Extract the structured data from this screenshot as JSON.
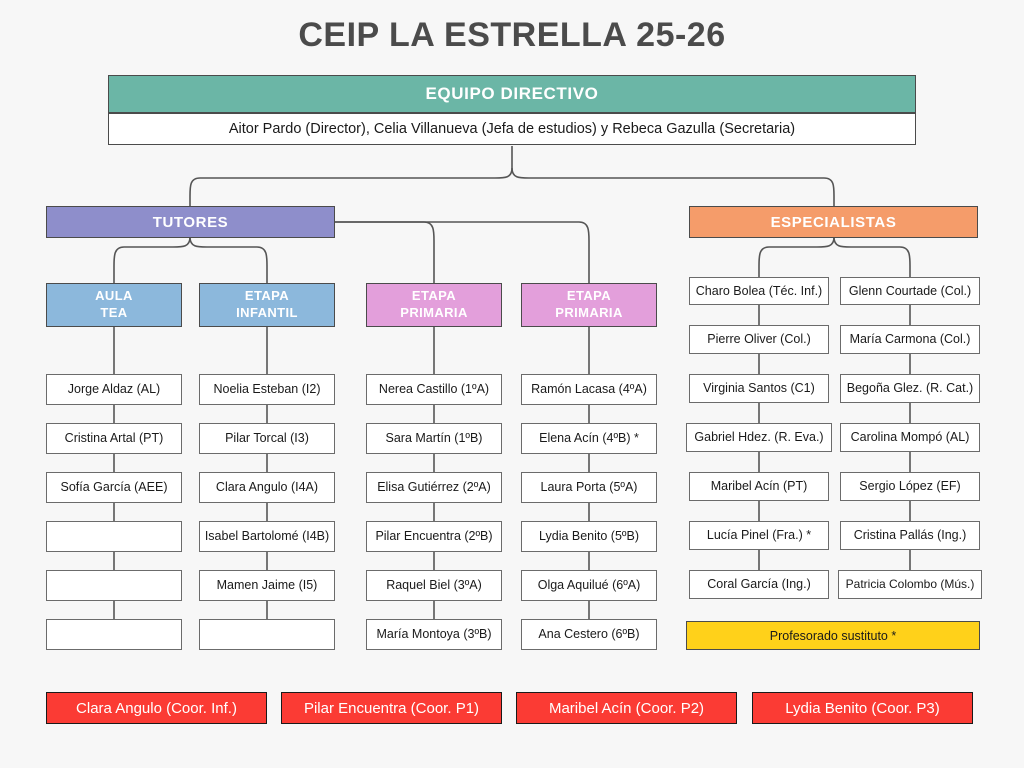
{
  "title": "CEIP LA ESTRELLA 25-26",
  "colors": {
    "background": "#f7f7f7",
    "title_text": "#4b4b4b",
    "teal": "#6bb6a6",
    "purple": "#8e8ecb",
    "orange": "#f59c6a",
    "blue": "#8cb8dc",
    "pink": "#e39fdb",
    "yellow": "#ffd11a",
    "red": "#fb3b34",
    "border": "#4b4b4b",
    "node_border": "#6b6b6b",
    "node_fill": "#ffffff"
  },
  "directive_team": {
    "header": "EQUIPO DIRECTIVO",
    "members": "Aitor Pardo (Director), Celia Villanueva (Jefa de estudios) y Rebeca Gazulla (Secretaria)"
  },
  "groups": [
    {
      "id": "tutores",
      "label": "TUTORES"
    },
    {
      "id": "especialistas",
      "label": "ESPECIALISTAS"
    }
  ],
  "columns": [
    {
      "id": "aula-tea",
      "header_lines": [
        "AULA",
        "TEA"
      ],
      "header_style": "blue",
      "parent": "tutores",
      "items": [
        "Jorge Aldaz (AL)",
        "Cristina Artal (PT)",
        "Sofía García (AEE)",
        "",
        "",
        ""
      ]
    },
    {
      "id": "etapa-infantil",
      "header_lines": [
        "ETAPA",
        "INFANTIL"
      ],
      "header_style": "blue",
      "parent": "tutores",
      "items": [
        "Noelia Esteban (I2)",
        "Pilar Torcal (I3)",
        "Clara Angulo (I4A)",
        "Isabel Bartolomé (I4B)",
        "Mamen Jaime (I5)",
        ""
      ]
    },
    {
      "id": "etapa-primaria-1",
      "header_lines": [
        "ETAPA",
        "PRIMARIA"
      ],
      "header_style": "pink",
      "parent": "tutores",
      "items": [
        "Nerea Castillo (1ºA)",
        "Sara Martín (1ºB)",
        "Elisa Gutiérrez (2ºA)",
        "Pilar Encuentra (2ºB)",
        "Raquel Biel (3ºA)",
        "María Montoya (3ºB)"
      ]
    },
    {
      "id": "etapa-primaria-2",
      "header_lines": [
        "ETAPA",
        "PRIMARIA"
      ],
      "header_style": "pink",
      "parent": "tutores",
      "items": [
        "Ramón Lacasa (4ºA)",
        "Elena Acín (4ºB) *",
        "Laura Porta (5ºA)",
        "Lydia Benito (5ºB)",
        "Olga Aquilué (6ºA)",
        "Ana Cestero (6ºB)"
      ]
    },
    {
      "id": "especialistas-1",
      "header_lines": [],
      "header_style": "none",
      "parent": "especialistas",
      "items": [
        "Charo Bolea (Téc. Inf.)",
        "Pierre Oliver (Col.)",
        "Virginia Santos (C1)",
        "Gabriel Hdez. (R. Eva.)",
        "Maribel Acín (PT)",
        "Lucía Pinel (Fra.) *",
        "Coral García (Ing.)"
      ]
    },
    {
      "id": "especialistas-2",
      "header_lines": [],
      "header_style": "none",
      "parent": "especialistas",
      "items": [
        "Glenn Courtade (Col.)",
        "María Carmona (Col.)",
        "Begoña Glez. (R. Cat.)",
        "Carolina Mompó (AL)",
        "Sergio López (EF)",
        "Cristina Pallás (Ing.)",
        "Patricia Colombo (Mús.)"
      ]
    }
  ],
  "legend": {
    "substitute_label": "Profesorado sustituto *"
  },
  "coordinators": [
    "Clara Angulo (Coor. Inf.)",
    "Pilar Encuentra (Coor. P1)",
    "Maribel Acín (Coor. P2)",
    "Lydia Benito (Coor. P3)"
  ]
}
